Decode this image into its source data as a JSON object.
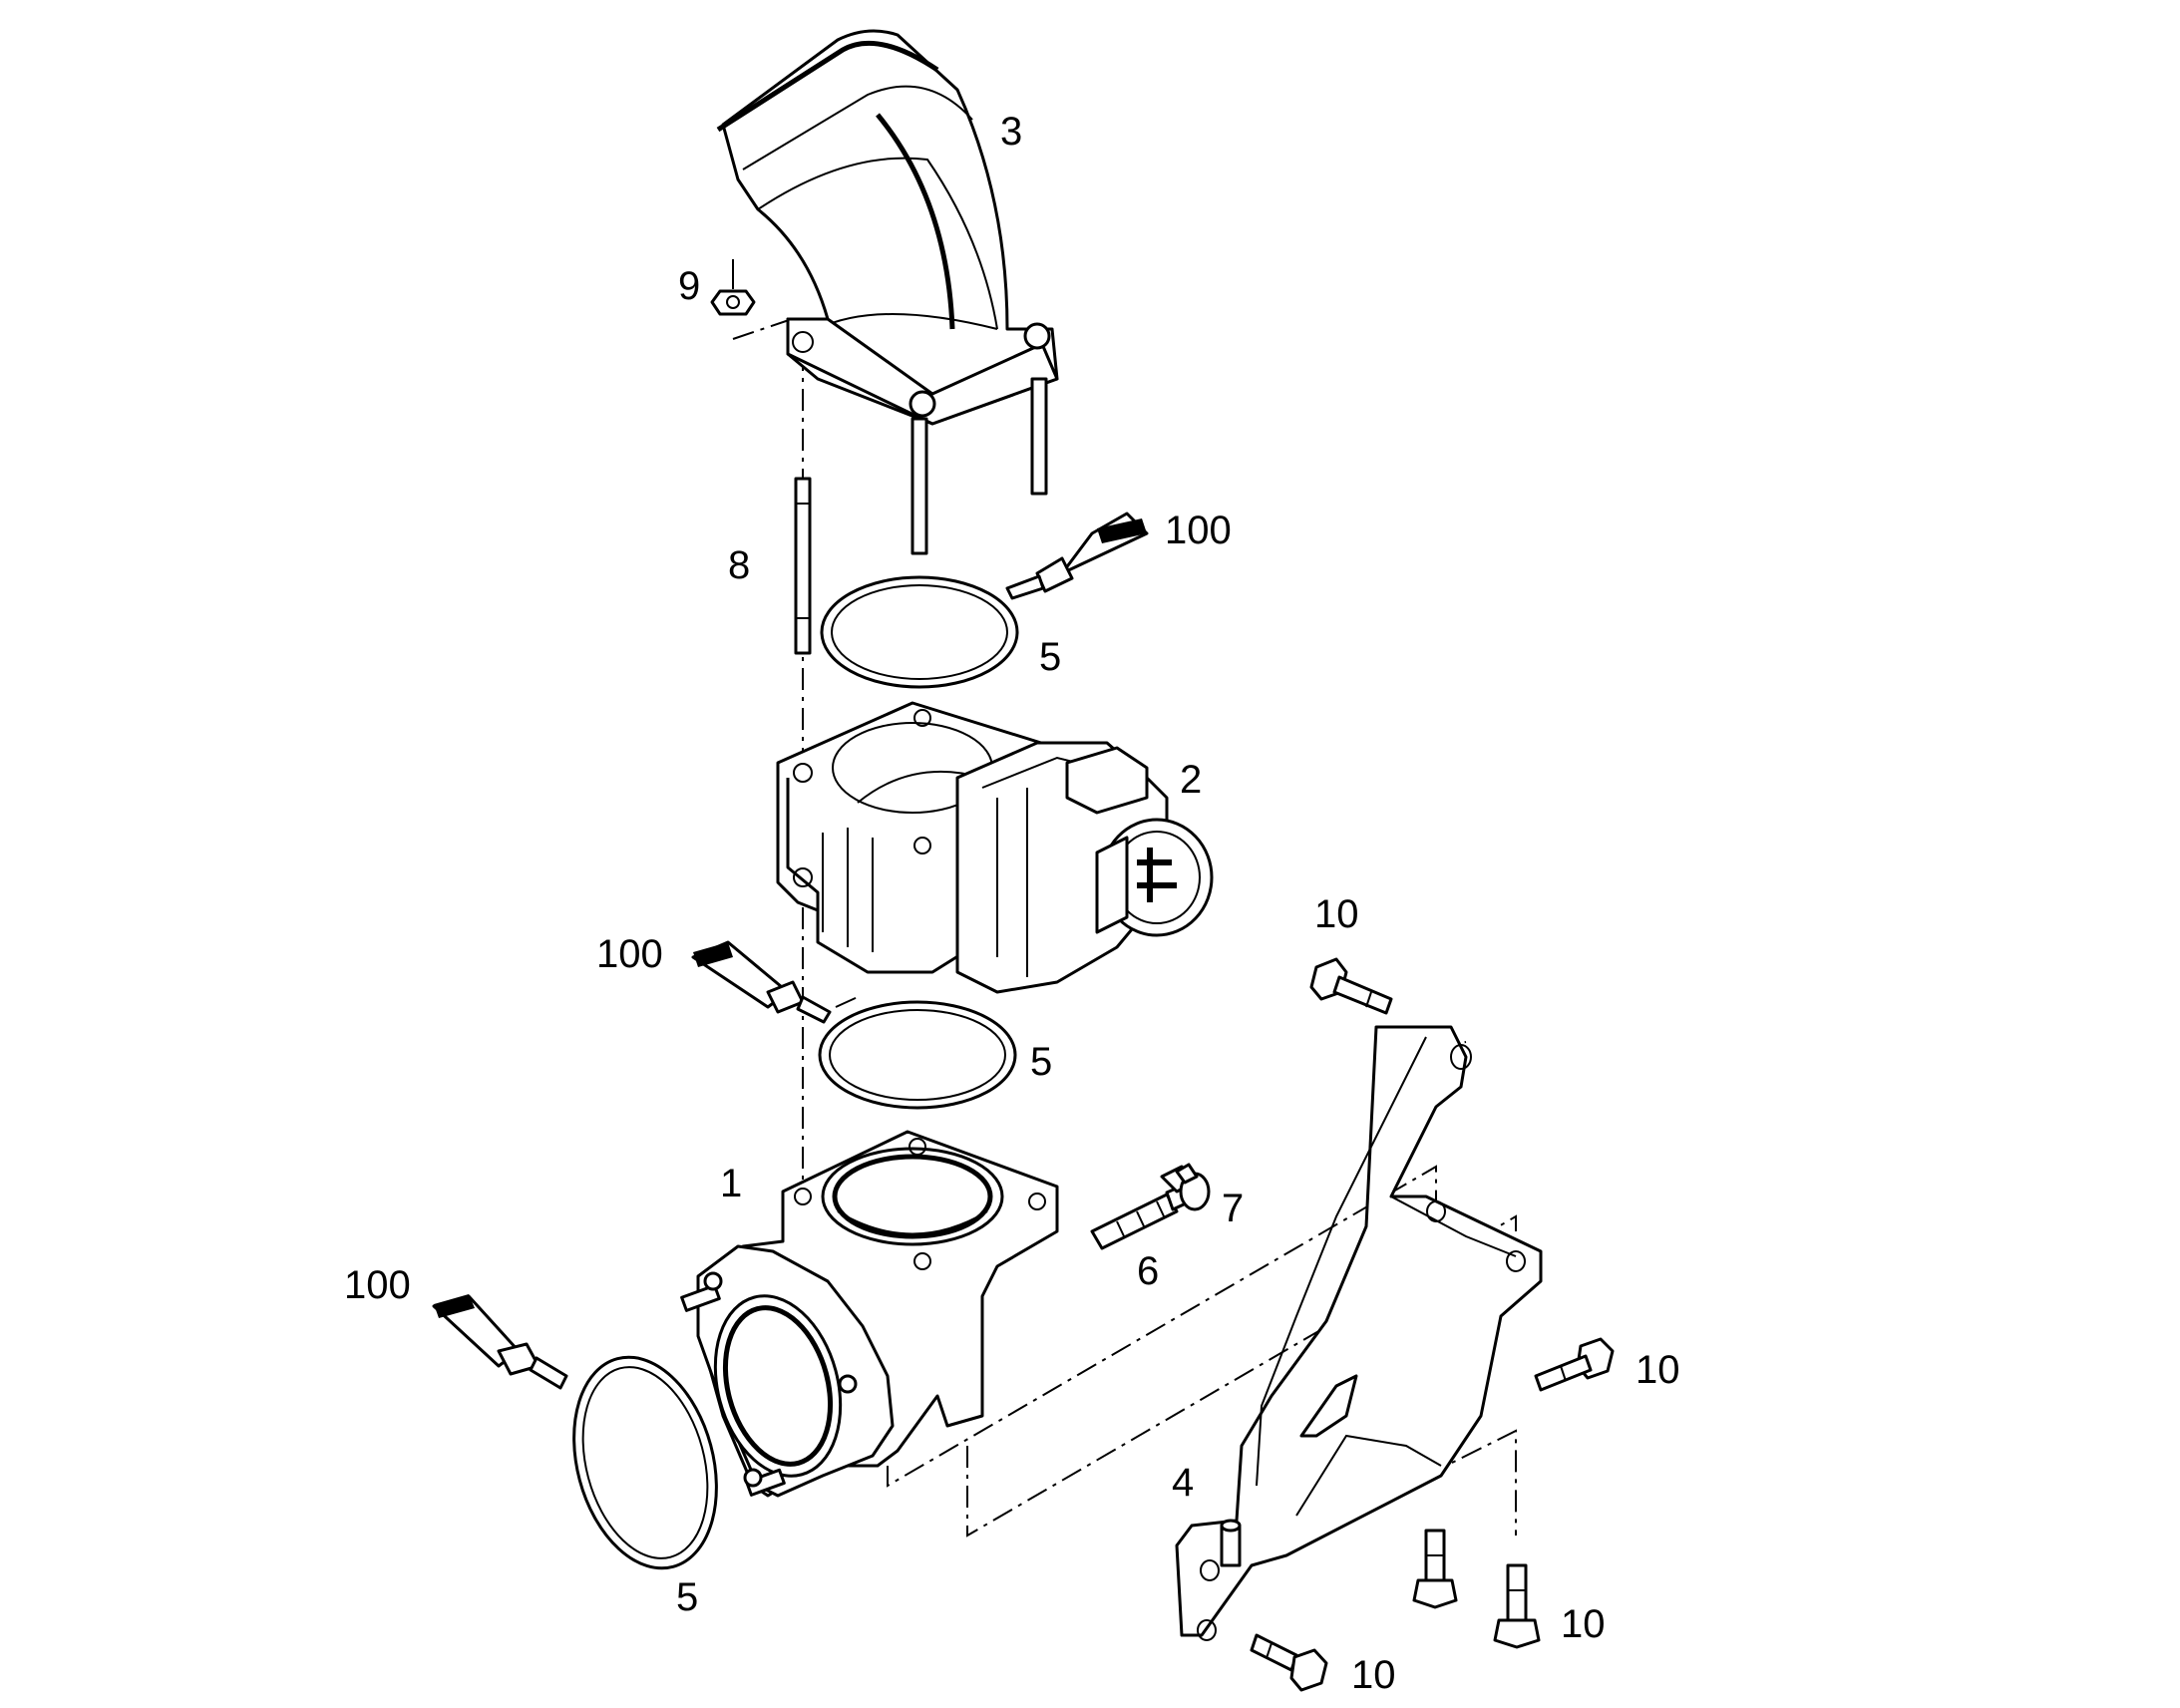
{
  "callouts": [
    {
      "text": "3"
    },
    {
      "text": "9"
    },
    {
      "text": "100"
    },
    {
      "text": "8"
    },
    {
      "text": "5"
    },
    {
      "text": "2"
    },
    {
      "text": "10"
    },
    {
      "text": "100"
    },
    {
      "text": "5"
    },
    {
      "text": "1"
    },
    {
      "text": "7"
    },
    {
      "text": "6"
    },
    {
      "text": "100"
    },
    {
      "text": "10"
    },
    {
      "text": "4"
    },
    {
      "text": "5"
    },
    {
      "text": "10"
    },
    {
      "text": "10"
    }
  ]
}
